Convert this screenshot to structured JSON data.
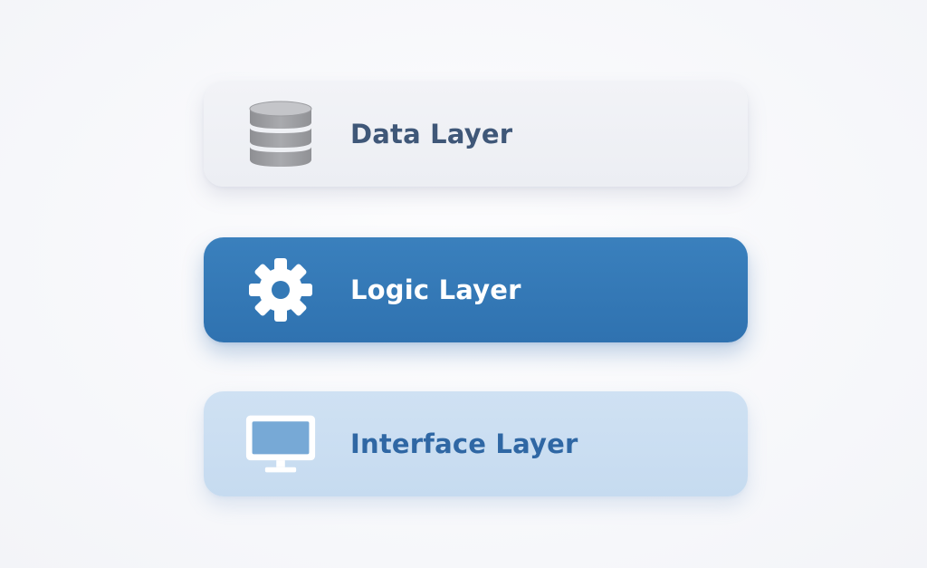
{
  "layers": [
    {
      "label": "Data Layer",
      "icon": "database-icon"
    },
    {
      "label": "Logic Layer",
      "icon": "gear-icon"
    },
    {
      "label": "Interface Layer",
      "icon": "monitor-icon"
    }
  ],
  "colors": {
    "data_bg": "#eef0f5",
    "data_text": "#3f5778",
    "logic_bg": "#3479b6",
    "logic_text": "#ffffff",
    "interface_bg": "#cadef1",
    "interface_text": "#2f67a4"
  }
}
